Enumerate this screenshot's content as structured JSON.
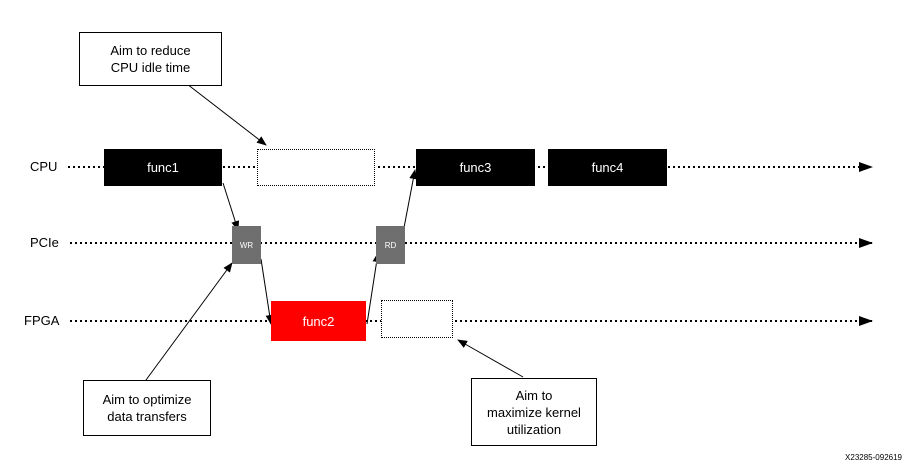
{
  "lanes": {
    "cpu": "CPU",
    "pcie": "PCIe",
    "fpga": "FPGA"
  },
  "blocks": {
    "func1": "func1",
    "func2": "func2",
    "func3": "func3",
    "func4": "func4",
    "wr": "WR",
    "rd": "RD"
  },
  "callouts": {
    "cpu_idle": "Aim to reduce\nCPU idle time",
    "data_transfers": "Aim to optimize\ndata transfers",
    "kernel_utilization": "Aim to\nmaximize kernel\nutilization"
  },
  "figure_id": "X23285-092619",
  "colors": {
    "cpu_block": "#000000",
    "fpga_block": "#ff0000",
    "pcie_block": "#6f6f6f"
  }
}
